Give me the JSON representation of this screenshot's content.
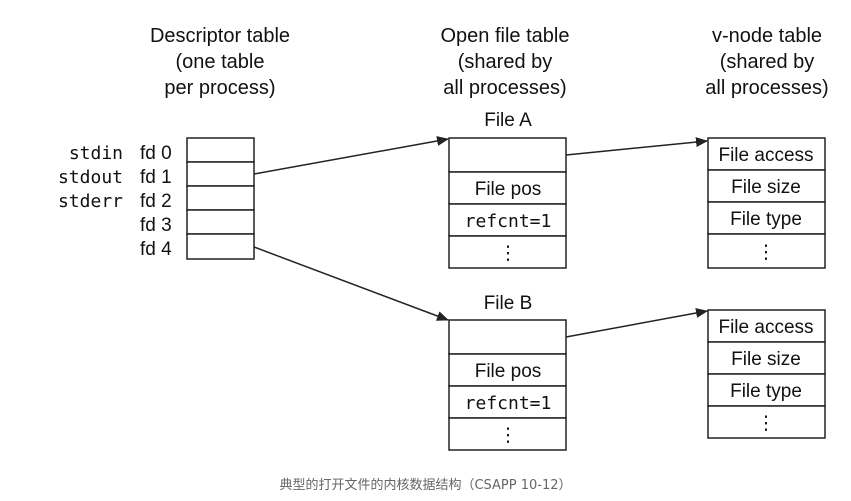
{
  "headers": {
    "descriptor_table": [
      "Descriptor table",
      "(one table",
      "per process)"
    ],
    "open_file_table": [
      "Open file table",
      "(shared by",
      "all processes)"
    ],
    "vnode_table": [
      "v-node table",
      "(shared by",
      "all processes)"
    ]
  },
  "descriptor": {
    "std_names": [
      "stdin",
      "stdout",
      "stderr"
    ],
    "fds": [
      "fd 0",
      "fd 1",
      "fd 2",
      "fd 3",
      "fd 4"
    ]
  },
  "files": [
    {
      "title": "File A",
      "rows": [
        "",
        "File pos",
        "refcnt=1",
        "⋮"
      ]
    },
    {
      "title": "File B",
      "rows": [
        "",
        "File pos",
        "refcnt=1",
        "⋮"
      ]
    }
  ],
  "vnodes": [
    {
      "rows": [
        "File access",
        "File size",
        "File type",
        "⋮"
      ]
    },
    {
      "rows": [
        "File access",
        "File size",
        "File type",
        "⋮"
      ]
    }
  ],
  "caption": "典型的打开文件的内核数据结构（CSAPP 10-12）"
}
